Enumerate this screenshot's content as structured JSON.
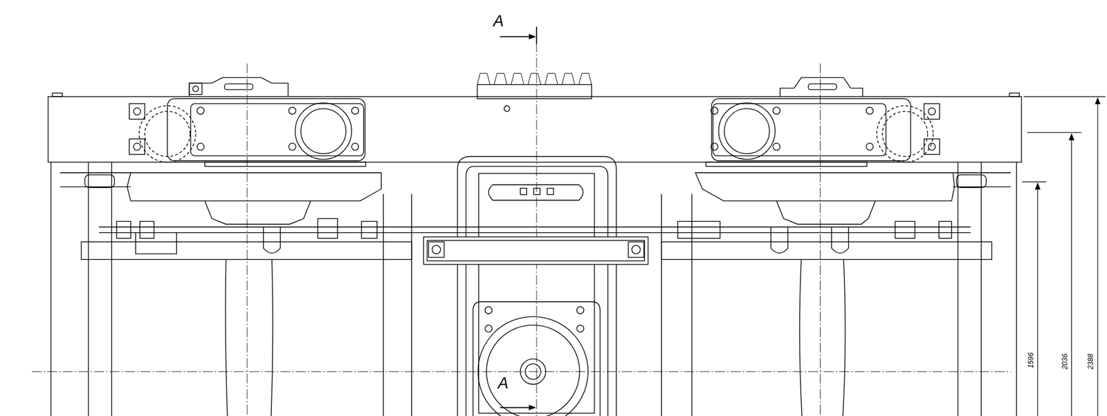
{
  "diagram": {
    "labels": [
      "A",
      "A",
      "1596",
      "2036",
      "2388"
    ]
  }
}
